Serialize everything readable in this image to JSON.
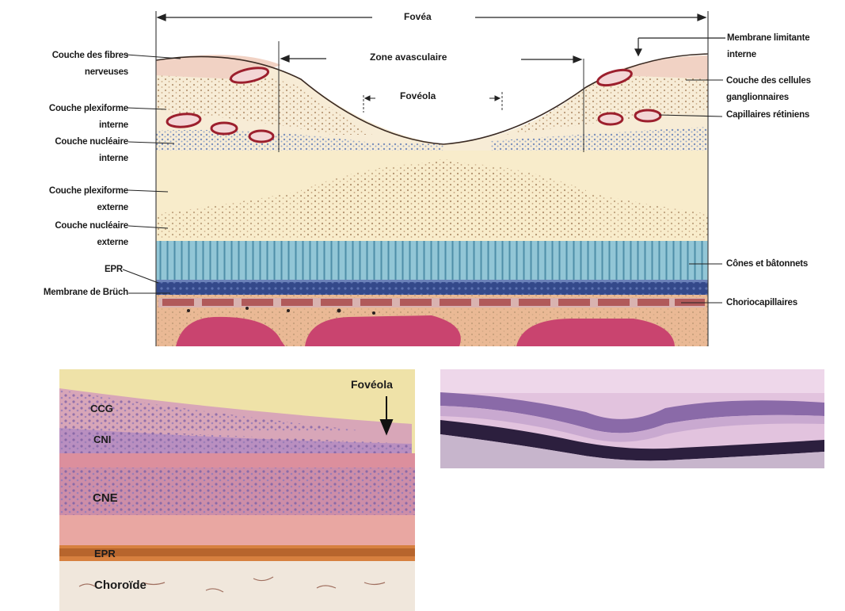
{
  "diagram": {
    "fovea": "Fovéa",
    "zone_avasculaire": "Zone avasculaire",
    "foveola": "Fovéola",
    "left_labels": [
      {
        "key": "fibres",
        "lines": [
          "Couche des fibres",
          "nerveuses"
        ]
      },
      {
        "key": "plexiforme_interne",
        "lines": [
          "Couche plexiforme",
          "interne"
        ]
      },
      {
        "key": "nucleaire_interne",
        "lines": [
          "Couche nucléaire",
          "interne"
        ]
      },
      {
        "key": "plexiforme_externe",
        "lines": [
          "Couche plexiforme",
          "externe"
        ]
      },
      {
        "key": "nucleaire_externe",
        "lines": [
          "Couche nucléaire",
          "externe"
        ]
      },
      {
        "key": "epr",
        "lines": [
          "EPR"
        ]
      },
      {
        "key": "bruch",
        "lines": [
          "Membrane de Brüch"
        ]
      }
    ],
    "right_labels": [
      {
        "key": "limitante",
        "lines": [
          "Membrane limitante",
          "interne"
        ]
      },
      {
        "key": "ganglionnaires",
        "lines": [
          "Couche des cellules",
          "ganglionnaires"
        ]
      },
      {
        "key": "capillaires",
        "lines": [
          "Capillaires rétiniens"
        ]
      },
      {
        "key": "cones",
        "lines": [
          "Cônes et bâtonnets"
        ]
      },
      {
        "key": "choriocapillaires",
        "lines": [
          "Choriocapillaires"
        ]
      }
    ]
  },
  "histology_left": {
    "labels": [
      "CCG",
      "CNI",
      "CNE",
      "EPR",
      "Choroïde"
    ],
    "foveola": "Fovéola"
  },
  "colors": {
    "fibre_layer": "#f3dcc8",
    "plexiform": "#f7ecc8",
    "photoreceptor": "#8ec3d4",
    "bruch": "#3b4f8a",
    "choroid": "#e8b793",
    "vessel": "#c8406a",
    "capillary": "#9c1f2d",
    "histo_bg": "#f1e6a6",
    "histo_pink": "#d9909c",
    "histo_purple": "#b99ac6"
  }
}
